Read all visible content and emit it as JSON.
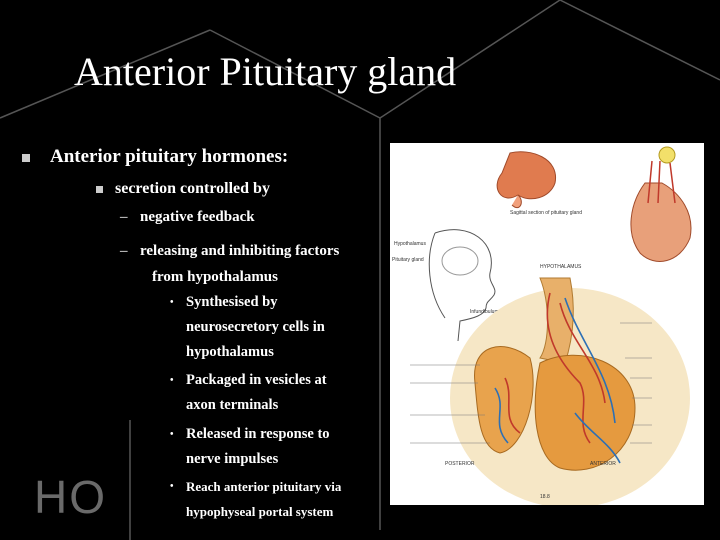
{
  "slide": {
    "title": "Anterior Pituitary gland",
    "bullet1": "Anterior pituitary hormones:",
    "bullet2": "secretion controlled by",
    "sub1": "negative feedback",
    "sub2_line1": "releasing and inhibiting factors",
    "sub2_line2": "from hypothalamus",
    "points": [
      {
        "line1": "Synthesised by",
        "line2": "neurosecretory cells in",
        "line3": "hypothalamus"
      },
      {
        "line1": "Packaged in vesicles at",
        "line2": "axon terminals"
      },
      {
        "line1": "Released in response to",
        "line2": "nerve impulses"
      },
      {
        "line1": "Reach anterior pituitary via",
        "line2": "hypophyseal portal system"
      }
    ],
    "background_text": "HO",
    "dash_marker": "–",
    "dot_marker": "•"
  },
  "figure": {
    "caption_top": "Sagittal section of pituitary gland",
    "label_hypothalamus": "Hypothalamus",
    "label_pituitary": "Pituitary gland",
    "label_posterior": "POSTERIOR",
    "label_anterior": "ANTERIOR",
    "label_hypothalamus_caps": "HYPOTHALAMUS",
    "label_infundibulum": "Infundibulum",
    "label_fig_number": "18.8"
  }
}
